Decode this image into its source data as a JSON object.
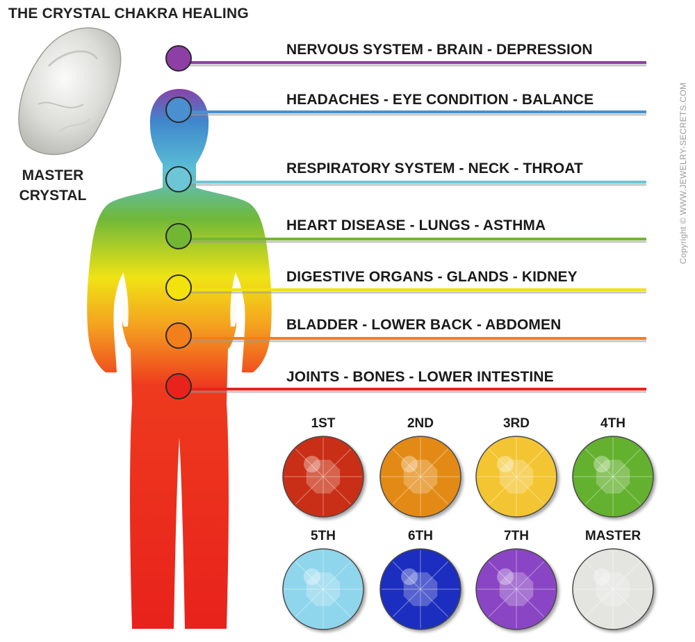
{
  "title": "THE CRYSTAL CHAKRA HEALING",
  "master_label_line1": "MASTER",
  "master_label_line2": "CRYSTAL",
  "copyright": "Copyright © WWW.JEWELRY-SECRETS.COM",
  "chakras": [
    {
      "label": "NERVOUS SYSTEM - BRAIN - DEPRESSION",
      "color": "#8e3fa6"
    },
    {
      "label": "HEADACHES - EYE CONDITION - BALANCE",
      "color": "#4a8fd0"
    },
    {
      "label": "RESPIRATORY SYSTEM - NECK - THROAT",
      "color": "#6cc6d6"
    },
    {
      "label": "HEART DISEASE - LUNGS - ASTHMA",
      "color": "#72b734"
    },
    {
      "label": "DIGESTIVE ORGANS - GLANDS - KIDNEY",
      "color": "#f2e20e"
    },
    {
      "label": "BLADDER - LOWER BACK - ABDOMEN",
      "color": "#f27f1b"
    },
    {
      "label": "JOINTS - BONES - LOWER INTESTINE",
      "color": "#e8231c"
    }
  ],
  "gems": [
    {
      "label": "1ST",
      "color": "#c92f12"
    },
    {
      "label": "2ND",
      "color": "#e38a12"
    },
    {
      "label": "3RD",
      "color": "#f3c530"
    },
    {
      "label": "4TH",
      "color": "#63b12d"
    },
    {
      "label": "5TH",
      "color": "#8fd6ec"
    },
    {
      "label": "6TH",
      "color": "#1f2fbf"
    },
    {
      "label": "7TH",
      "color": "#8a45c4"
    },
    {
      "label": "MASTER",
      "color": "#e4e4e0"
    }
  ]
}
